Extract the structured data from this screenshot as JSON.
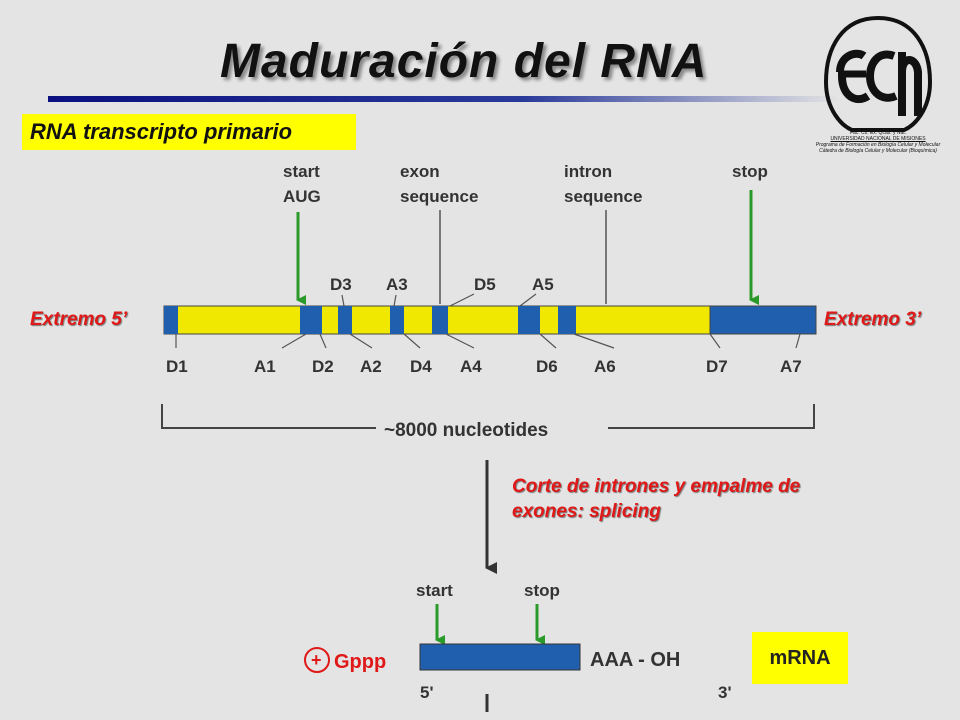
{
  "title": "Maduración del RNA",
  "subtitle": "RNA transcripto primario",
  "logo": {
    "lines": [
      "Fac. Cs. Ex. Qcas. y Nat.",
      "UNIVERSIDAD NACIONAL DE MISIONES",
      "Programa de Formación en Biología Celular y Molecular",
      "Cátedra de Biología Celular y Molecular (Bioquímica)"
    ]
  },
  "labels": {
    "start_top": "start",
    "aug": "AUG",
    "exon": "exon",
    "exon_seq": "sequence",
    "intron": "intron",
    "intron_seq": "sequence",
    "stop_top": "stop",
    "d3": "D3",
    "a3": "A3",
    "d5": "D5",
    "a5": "A5",
    "d1": "D1",
    "a1": "A1",
    "d2": "D2",
    "a2": "A2",
    "d4": "D4",
    "a4": "A4",
    "d6": "D6",
    "a6": "A6",
    "d7": "D7",
    "a7": "A7",
    "nucleotides": "~8000 nucleotides",
    "start_bottom": "start",
    "stop_bottom": "stop",
    "gppp": "Gppp",
    "plus": "+",
    "aaa_oh": "AAA - OH",
    "five_prime": "5'",
    "three_prime": "3'"
  },
  "extremo5": "Extremo 5’",
  "extremo3": "Extremo 3’",
  "splicing": "Corte de intrones y empalme de exones: splicing",
  "mrna": "mRNA",
  "colors": {
    "exon": "#f0e800",
    "intron": "#1f5fae",
    "arrow": "#2a9a2a",
    "red": "#e01818",
    "highlight": "#ffff00",
    "title_bar": "#0a1080"
  }
}
